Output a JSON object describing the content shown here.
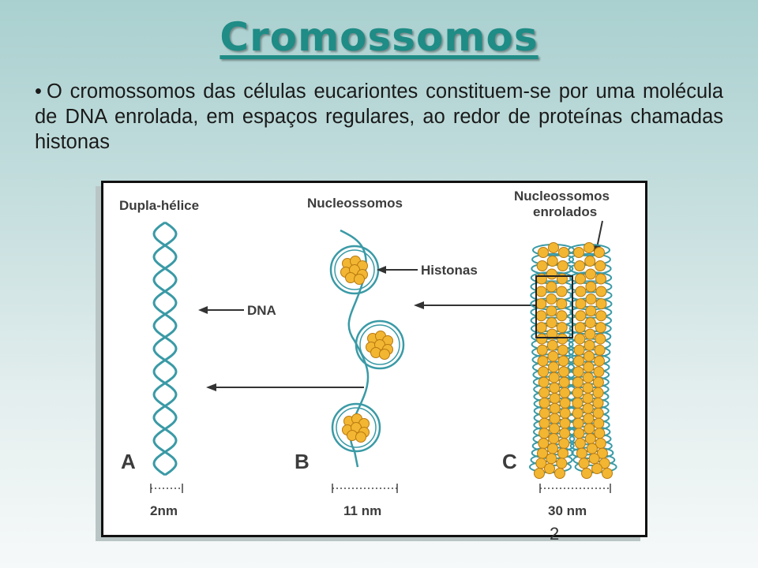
{
  "title": "Cromossomos",
  "bullet_symbol": "•",
  "bullet_text": "O cromossomos das células eucariontes constituem-se por uma molécula de DNA enrolada, em espaços regulares, ao redor de proteínas chamadas histonas",
  "figure": {
    "panel_a": {
      "heading": "Dupla-hélice",
      "letter": "A",
      "scale": "2nm",
      "arrow_label": "DNA"
    },
    "panel_b": {
      "heading": "Nucleossomos",
      "letter": "B",
      "scale": "11 nm",
      "arrow_label": "Histonas"
    },
    "panel_c": {
      "heading_line1": "Nucleossomos",
      "heading_line2": "enrolados",
      "letter": "C",
      "scale": "30 nm"
    },
    "colors": {
      "dna": "#3a9aa6",
      "histone": "#f2b632",
      "histone_edge": "#b97a10",
      "label": "#3c3c3c"
    }
  },
  "page_number": "2"
}
